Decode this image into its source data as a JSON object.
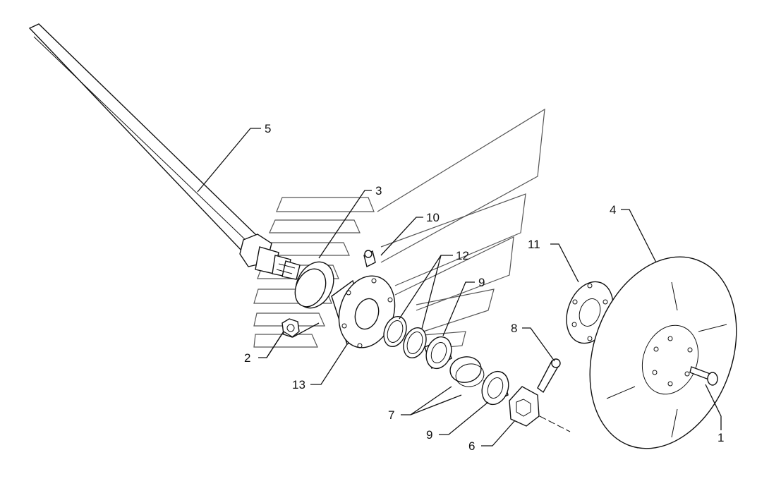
{
  "diagram": {
    "callouts": [
      {
        "id": "1",
        "text": "1"
      },
      {
        "id": "2",
        "text": "2"
      },
      {
        "id": "3",
        "text": "3"
      },
      {
        "id": "4",
        "text": "4"
      },
      {
        "id": "5",
        "text": "5"
      },
      {
        "id": "6",
        "text": "6"
      },
      {
        "id": "7",
        "text": "7"
      },
      {
        "id": "8",
        "text": "8"
      },
      {
        "id": "9a",
        "text": "9"
      },
      {
        "id": "9b",
        "text": "9"
      },
      {
        "id": "10",
        "text": "10"
      },
      {
        "id": "11",
        "text": "11"
      },
      {
        "id": "12",
        "text": "12"
      },
      {
        "id": "13",
        "text": "13"
      }
    ]
  }
}
